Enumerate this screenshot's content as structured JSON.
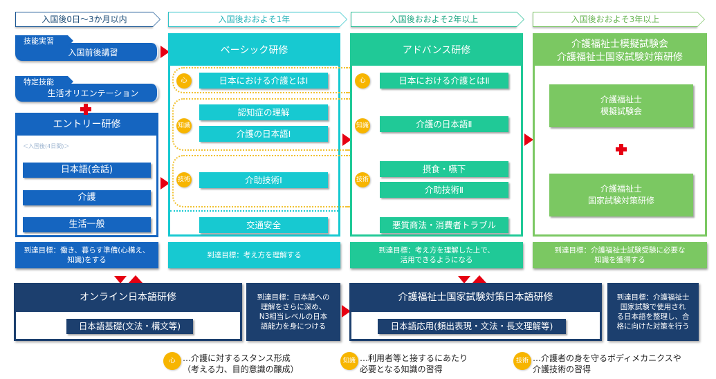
{
  "phases": [
    {
      "label": "入国後0日～3か月以内"
    },
    {
      "label": "入国後おおよそ1年"
    },
    {
      "label": "入国後おおよそ2年以上"
    },
    {
      "label": "入国後おおよそ3年以上"
    }
  ],
  "left_column": {
    "tag1": "技能実習",
    "pill1": "入国前後講習",
    "tag2": "特定技能",
    "pill2": "生活オリエンテーション",
    "entry": {
      "title": "エントリー研修",
      "subtitle": "＜入国後(4日間)＞",
      "items": [
        "日本語(会話)",
        "介護",
        "生活一般"
      ]
    }
  },
  "basic": {
    "title": "ベーシック研修",
    "kokoro": [
      "日本における介護とはⅠ"
    ],
    "chishiki": [
      "認知症の理解",
      "介護の日本語Ⅰ"
    ],
    "gijutsu": [
      "介助技術Ⅰ"
    ],
    "other": [
      "交通安全"
    ]
  },
  "advance": {
    "title": "アドバンス研修",
    "kokoro": [
      "日本における介護とはⅡ"
    ],
    "chishiki": [
      "介護の日本語Ⅱ"
    ],
    "gijutsu": [
      "摂食・嚥下",
      "介助技術Ⅱ"
    ],
    "other": [
      "悪質商法・消費者トラブル"
    ]
  },
  "exam": {
    "title_line1": "介護福祉士模擬試験会",
    "title_line2": "介護福祉士国家試験対策研修",
    "items": [
      "介護福祉士\n模擬試験会",
      "介護福祉士\n国家試験対策研修"
    ]
  },
  "badges": {
    "kokoro": "心",
    "chishiki": "知識",
    "gijutsu": "技術"
  },
  "goals": [
    "到達目標：働き、暮らす準備(心構え、\n知識)をする",
    "到達目標：考え方を理解する",
    "到達目標：考え方を理解した上で、\n活用できるようになる",
    "到達目標：介護福祉士試験受験に必要な\n知識を獲得する"
  ],
  "online": {
    "title": "オンライン日本語研修",
    "item": "日本語基礎(文法・構文等)",
    "goal": "到達目標：日本語への\n理解をさらに深め、\nN3相当レベルの日本\n語能力を身につける"
  },
  "exam_japanese": {
    "title": "介護福祉士国家試験対策日本語研修",
    "item": "日本語応用(頻出表現・文法・長文理解等)",
    "goal": "到達目標：介護福祉士\n国家試験で使用され\nる日本語を整理し、合\n格に向けた対策を行う"
  },
  "legend": [
    {
      "badge": "心",
      "text": "…介護に対するスタンス形成\n（考える力、目的意識の醸成）"
    },
    {
      "badge": "知識",
      "text": "…利用者等と接するにあたり\n必要となる知識の習得"
    },
    {
      "badge": "技術",
      "text": "…介護者の身を守るボディメカニクスや\n介護技術の習得"
    }
  ],
  "colors": {
    "entry_blue": "#1565c0",
    "basic_cyan": "#17c9d1",
    "advance_teal": "#20c997",
    "exam_green": "#7bc862",
    "navy": "#1c3f6e",
    "arrow_red": "#e60012",
    "badge_gold": "#f7b500"
  }
}
